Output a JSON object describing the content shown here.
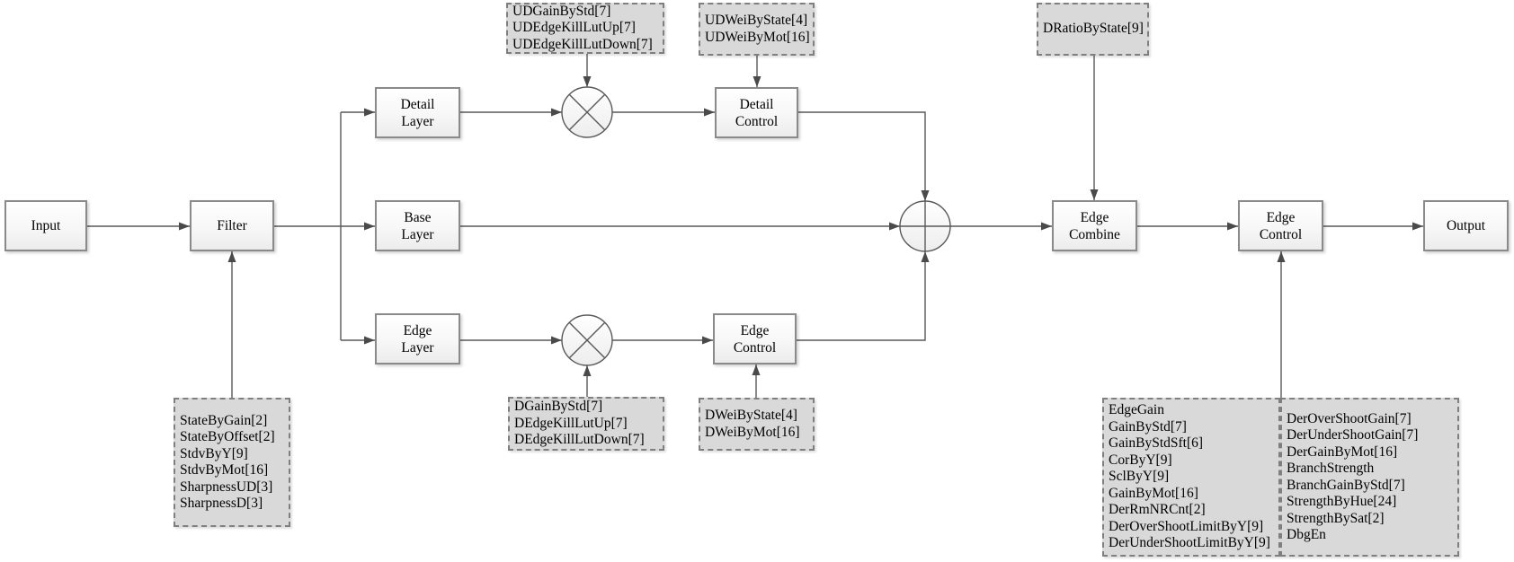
{
  "diagram_type": "block-diagram",
  "nodes": {
    "input": {
      "label": "Input"
    },
    "filter": {
      "label": "Filter"
    },
    "detail_layer": {
      "label": [
        "Detail",
        "Layer"
      ]
    },
    "base_layer": {
      "label": [
        "Base",
        "Layer"
      ]
    },
    "edge_layer": {
      "label": [
        "Edge",
        "Layer"
      ]
    },
    "detail_control": {
      "label": [
        "Detail",
        "Control"
      ]
    },
    "edge_control_branch": {
      "label": [
        "Edge",
        "Control"
      ]
    },
    "edge_combine": {
      "label": [
        "Edge",
        "Combine"
      ]
    },
    "edge_control_main": {
      "label": [
        "Edge",
        "Control"
      ]
    },
    "output": {
      "label": "Output"
    }
  },
  "operators": [
    {
      "id": "detail-multiply",
      "type": "multiply"
    },
    {
      "id": "edge-multiply",
      "type": "multiply"
    },
    {
      "id": "combine-sum",
      "type": "sum"
    }
  ],
  "param_boxes": {
    "ud_gain": {
      "lines": [
        "UDGainByStd[7]",
        "UDEdgeKillLutUp[7]",
        "UDEdgeKillLutDown[7]"
      ],
      "target": "detail-multiply"
    },
    "ud_wei": {
      "lines": [
        "UDWeiByState[4]",
        "UDWeiByMot[16]"
      ],
      "target": "detail_control"
    },
    "d_ratio": {
      "lines": [
        "DRatioByState[9]"
      ],
      "target": "edge_combine"
    },
    "filter_params": {
      "lines": [
        "StateByGain[2]",
        "StateByOffset[2]",
        "StdvByY[9]",
        "StdvByMot[16]",
        "SharpnessUD[3]",
        "SharpnessD[3]"
      ],
      "target": "filter"
    },
    "d_gain": {
      "lines": [
        "DGainByStd[7]",
        "DEdgeKillLutUp[7]",
        "DEdgeKillLutDown[7]"
      ],
      "target": "edge-multiply"
    },
    "d_wei": {
      "lines": [
        "DWeiByState[4]",
        "DWeiByMot[16]"
      ],
      "target": "edge_control_branch"
    },
    "edge_params_left": {
      "lines": [
        "EdgeGain",
        "GainByStd[7]",
        "GainByStdSft[6]",
        "CorByY[9]",
        "SclByY[9]",
        "GainByMot[16]",
        "DerRmNRCnt[2]",
        "DerOverShootLimitByY[9]",
        "DerUnderShootLimitByY[9]"
      ],
      "target": "edge_control_main"
    },
    "edge_params_right": {
      "lines": [
        "DerOverShootGain[7]",
        "DerUnderShootGain[7]",
        "DerGainByMot[16]",
        "BranchStrength",
        "BranchGainByStd[7]",
        "StrengthByHue[24]",
        "StrengthBySat[2]",
        "DbgEn"
      ],
      "target": "edge_control_main"
    }
  },
  "colors": {
    "background": "#ffffff",
    "connector": "#595959",
    "node_border": "#8a8a8a",
    "node_fill_top": "#ffffff",
    "node_fill_bottom": "#ececec",
    "param_box_fill": "#d9d9d9",
    "param_box_border": "#7f7f7f",
    "text": "#000000"
  }
}
